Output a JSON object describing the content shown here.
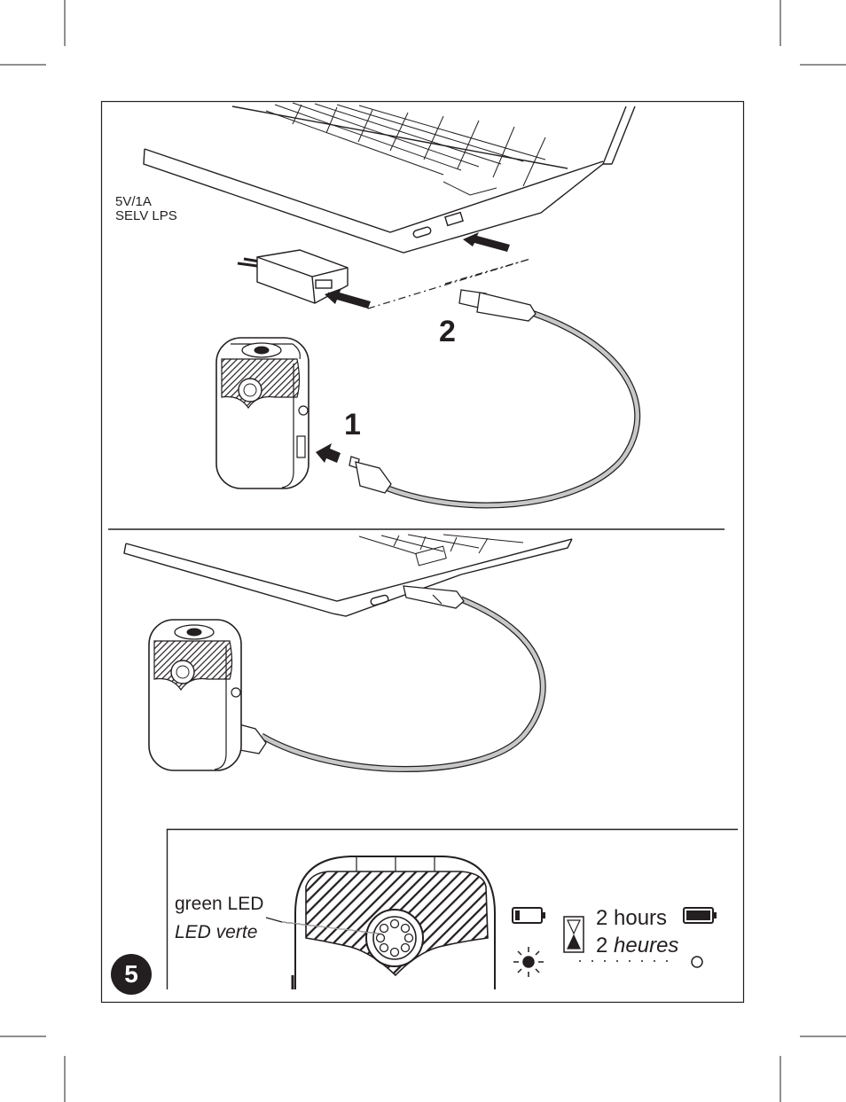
{
  "power_rating": {
    "line1": "5V/1A",
    "line2": "SELV LPS"
  },
  "steps": {
    "step1": "1",
    "step2": "2"
  },
  "led_label": {
    "english": "green LED",
    "french": "LED verte"
  },
  "charge_time": {
    "english": "2 hours",
    "french_number": "2",
    "french_word": "heures"
  },
  "figure_number": "5",
  "icons": [
    "battery-empty-icon",
    "battery-full-icon",
    "hourglass-icon",
    "led-blinking-icon",
    "led-off-icon"
  ]
}
